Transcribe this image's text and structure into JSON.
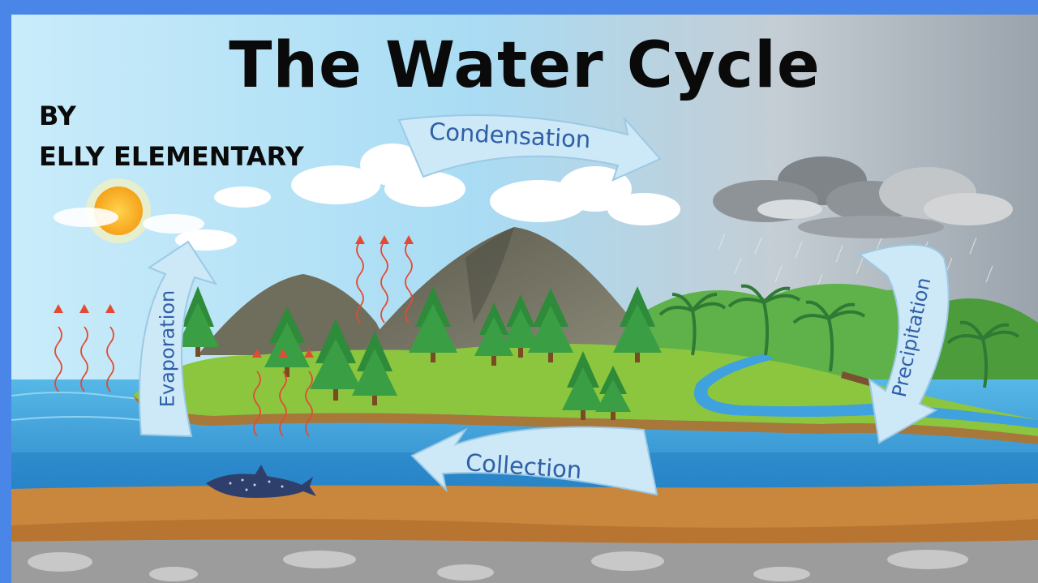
{
  "title": "The Water Cycle",
  "byline": {
    "by": "BY",
    "author": "ELLY ELEMENTARY"
  },
  "stages": {
    "condensation": "Condensation",
    "precipitation": "Precipitation",
    "collection": "Collection",
    "evaporation": "Evaporation"
  },
  "colors": {
    "frame": "#4a86e8",
    "arrow": "#cde9f8",
    "label_text": "#2f5fa6",
    "water": "#2f8fd0",
    "grass": "#8cc63f",
    "soil": "#c8873d"
  },
  "icons": [
    "sun-icon",
    "cloud-icon",
    "rain-cloud-icon",
    "tree-icon",
    "palm-tree-icon",
    "mountain-icon",
    "whale-shark-icon",
    "heat-wave-icon"
  ]
}
